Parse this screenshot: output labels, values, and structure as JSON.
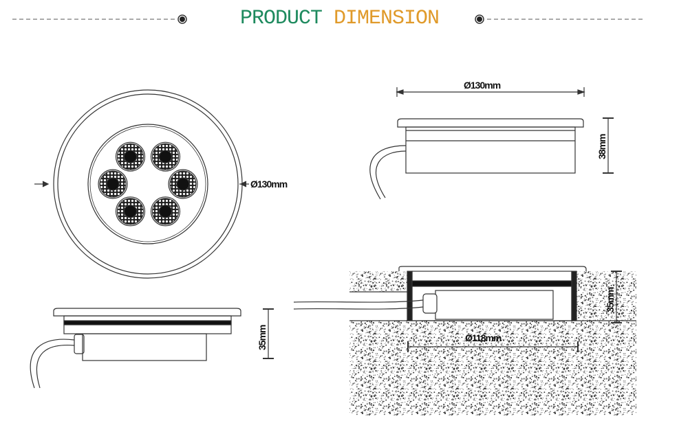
{
  "header": {
    "title_part1": "PRODUCT",
    "title_part2": "DIMENSION",
    "colors": {
      "part1": "#1e8a5e",
      "part2": "#e09a2a"
    }
  },
  "drawings": {
    "top_view": {
      "diameter_label": "Ø130mm",
      "led_count": 6
    },
    "side_view": {
      "width_label": "Ø130mm",
      "height_label": "38mm"
    },
    "front_view": {
      "height_label": "35mm"
    },
    "installed_view": {
      "cutout_label": "Ø118mm",
      "depth_label": "35mm"
    }
  }
}
